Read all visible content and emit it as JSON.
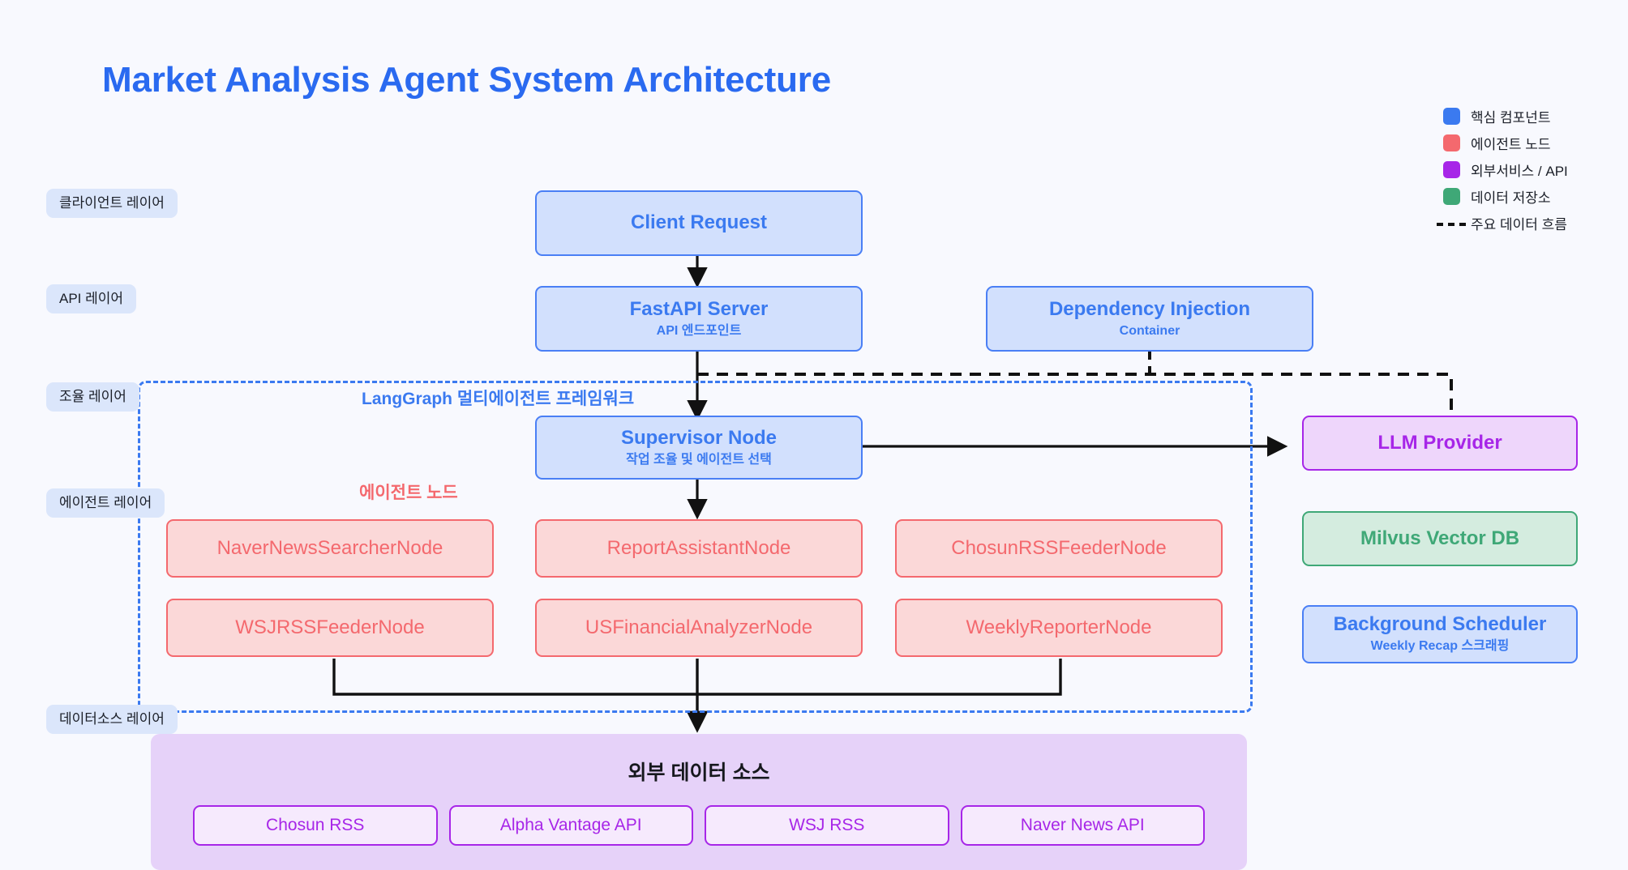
{
  "title": "Market Analysis Agent System Architecture",
  "legend": {
    "items": [
      {
        "label": "핵심 컴포넌트",
        "color": "#3b7af0",
        "kind": "swatch"
      },
      {
        "label": "에이전트 노드",
        "color": "#f4696e",
        "kind": "swatch"
      },
      {
        "label": "외부서비스 / API",
        "color": "#a726e8",
        "kind": "swatch"
      },
      {
        "label": "데이터 저장소",
        "color": "#3fa877",
        "kind": "swatch"
      },
      {
        "label": "주요 데이터 흐름",
        "color": "#111111",
        "kind": "dashed-line"
      }
    ]
  },
  "layers": [
    {
      "label": "클라이언트 레이어"
    },
    {
      "label": "API 레이어"
    },
    {
      "label": "조율 레이어"
    },
    {
      "label": "에이전트 레이어"
    },
    {
      "label": "데이터소스 레이어"
    }
  ],
  "nodes": {
    "client_request": {
      "title": "Client Request",
      "sub": ""
    },
    "fastapi_server": {
      "title": "FastAPI Server",
      "sub": "API 엔드포인트"
    },
    "dependency_injection": {
      "title": "Dependency Injection",
      "sub": "Container"
    },
    "supervisor": {
      "title": "Supervisor Node",
      "sub": "작업 조율 및 에이전트 선택"
    },
    "llm_provider": {
      "title": "LLM Provider",
      "sub": ""
    },
    "milvus": {
      "title": "Milvus Vector DB",
      "sub": ""
    },
    "scheduler": {
      "title": "Background Scheduler",
      "sub": "Weekly Recap 스크래핑"
    }
  },
  "langgraph": {
    "label": "LangGraph 멀티에이전트 프레임워크"
  },
  "agent_group": {
    "label": "에이전트 노드"
  },
  "agents": [
    {
      "label": "NaverNewsSearcherNode"
    },
    {
      "label": "ReportAssistantNode"
    },
    {
      "label": "ChosunRSSFeederNode"
    },
    {
      "label": "WSJRSSFeederNode"
    },
    {
      "label": "USFinancialAnalyzerNode"
    },
    {
      "label": "WeeklyReporterNode"
    }
  ],
  "data_sources": {
    "title": "외부 데이터 소스",
    "items": [
      {
        "label": "Chosun RSS"
      },
      {
        "label": "Alpha Vantage API"
      },
      {
        "label": "WSJ RSS"
      },
      {
        "label": "Naver News API"
      }
    ]
  },
  "colors": {
    "background": "#f8f9fe",
    "core": "#3b7af0",
    "agent": "#f4696e",
    "external": "#a726e8",
    "storage": "#3fa877",
    "flow": "#111111"
  }
}
